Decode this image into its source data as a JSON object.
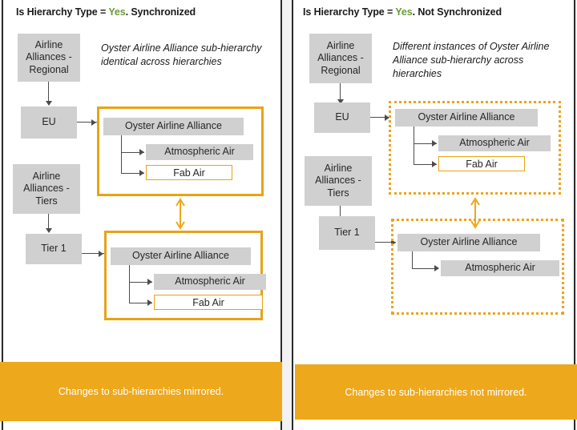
{
  "panels": [
    {
      "id": "synchronized",
      "title_prefix": "Is Hierarchy Type = ",
      "title_yes": "Yes",
      "title_suffix": ". Synchronized",
      "note": "Oyster Airline Alliance sub-hierarchy identical across hierarchies",
      "root_regional": "Airline Alliances - Regional",
      "child_regional": "EU",
      "root_tiers": "Airline Alliances - Tiers",
      "child_tiers": "Tier 1",
      "subhierarchy_top": {
        "parent": "Oyster Airline Alliance",
        "children": [
          "Atmospheric Air",
          "Fab Air"
        ]
      },
      "subhierarchy_bottom": {
        "parent": "Oyster Airline Alliance",
        "children": [
          "Atmospheric Air",
          "Fab Air"
        ]
      },
      "banner": "Changes to sub-hierarchies mirrored."
    },
    {
      "id": "not-synchronized",
      "title_prefix": "Is Hierarchy Type = ",
      "title_yes": "Yes",
      "title_suffix": ".  Not Synchronized",
      "note": "Different instances of Oyster Airline Alliance sub-hierarchy across hierarchies",
      "root_regional": "Airline Alliances - Regional",
      "child_regional": "EU",
      "root_tiers": "Airline Alliances - Tiers",
      "child_tiers": "Tier 1",
      "subhierarchy_top": {
        "parent": "Oyster Airline Alliance",
        "children": [
          "Atmospheric Air",
          "Fab Air"
        ]
      },
      "subhierarchy_bottom": {
        "parent": "Oyster Airline Alliance",
        "children": [
          "Atmospheric Air"
        ]
      },
      "banner": "Changes to sub-hierarchies not mirrored."
    }
  ],
  "colors": {
    "accent_orange": "#eda81c",
    "node_grey": "#d0d0d0",
    "yes_green": "#6b9a3a",
    "connector": "#4c4c4c"
  }
}
